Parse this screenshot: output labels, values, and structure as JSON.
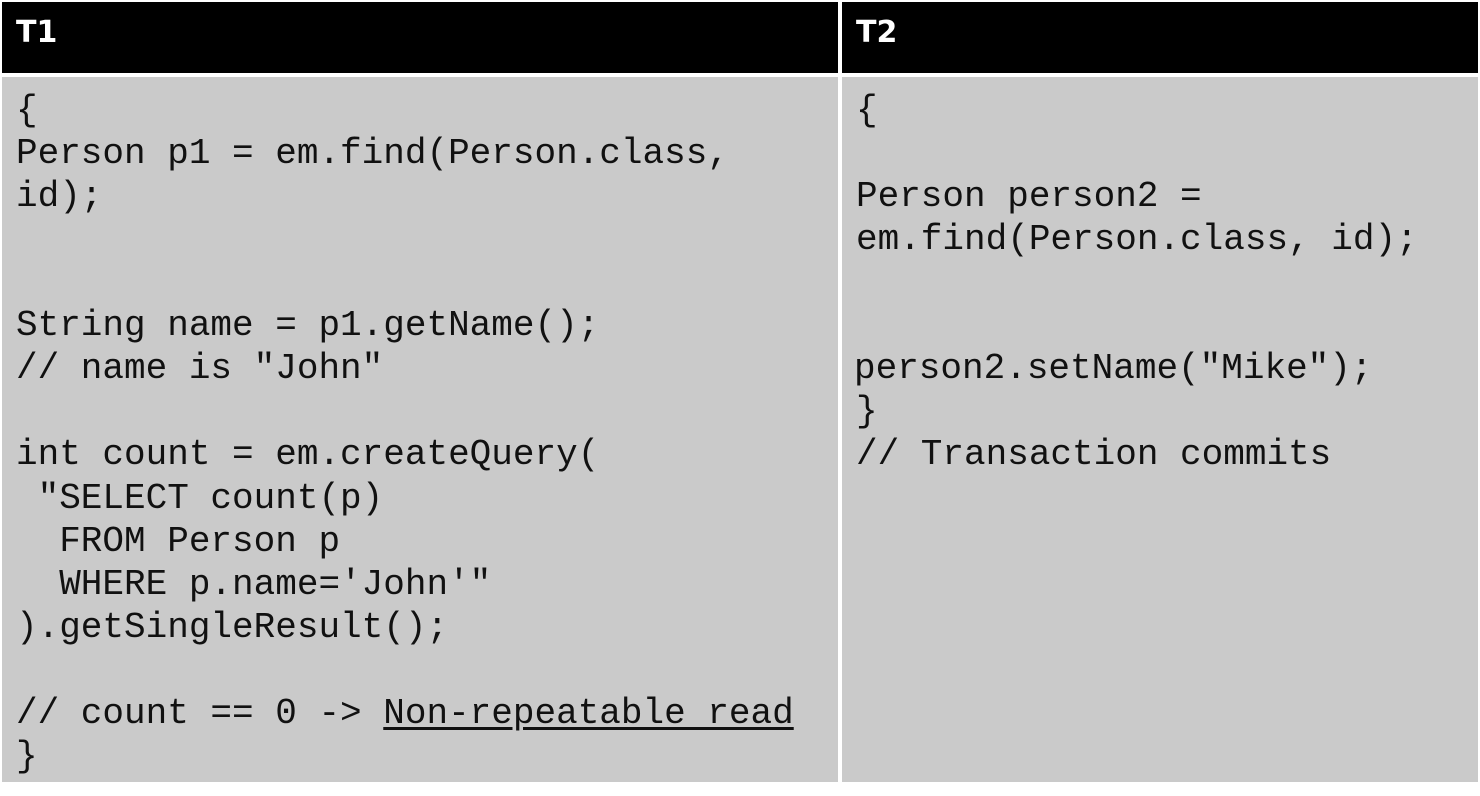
{
  "table": {
    "col1": {
      "header": "T1",
      "lines": [
        "{",
        "Person p1 = em.find(Person.class,",
        "id);",
        "String name = p1.getName();",
        "// name is \"John\"",
        "int count = em.createQuery(",
        " \"SELECT count(p)",
        "  FROM Person p",
        "  WHERE p.name='John'\"",
        ").getSingleResult();",
        "// count == 0 -> ",
        "Non-repeatable read",
        "}"
      ]
    },
    "col2": {
      "header": "T2",
      "lines": [
        "{",
        "Person person2 =",
        "em.find(Person.class, id);",
        "person2.setName(\"Mike\");",
        "}",
        "// Transaction commits"
      ]
    }
  }
}
